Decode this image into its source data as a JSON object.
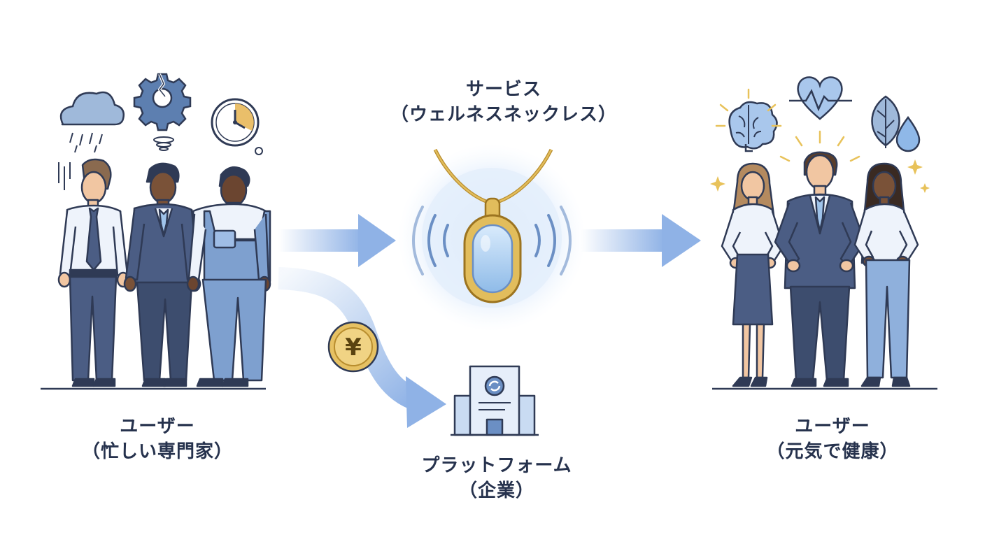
{
  "users_before": {
    "title": "ユーザー",
    "subtitle": "（忙しい専門家）"
  },
  "service": {
    "title": "サービス",
    "subtitle": "（ウェルネスネックレス）"
  },
  "platform": {
    "title": "プラットフォーム",
    "subtitle": "（企業）"
  },
  "users_after": {
    "title": "ユーザー",
    "subtitle": "（元気で健康）"
  },
  "coin_symbol": "¥",
  "colors": {
    "navy": "#2f3a55",
    "suit_blue": "#4b5d84",
    "light_blue": "#9fc3ea",
    "arrow_blue": "#8fb2e6",
    "gold": "#d9b04e",
    "sparkle": "#e8c25a"
  },
  "icons": [
    "rain-cloud-icon",
    "broken-gear-icon",
    "clock-icon",
    "stress-swirl-icon",
    "brain-icon",
    "heartbeat-icon",
    "leaf-icon",
    "water-drop-icon",
    "sparkle-icon",
    "yen-coin-icon",
    "company-building-icon",
    "necklace-icon"
  ]
}
